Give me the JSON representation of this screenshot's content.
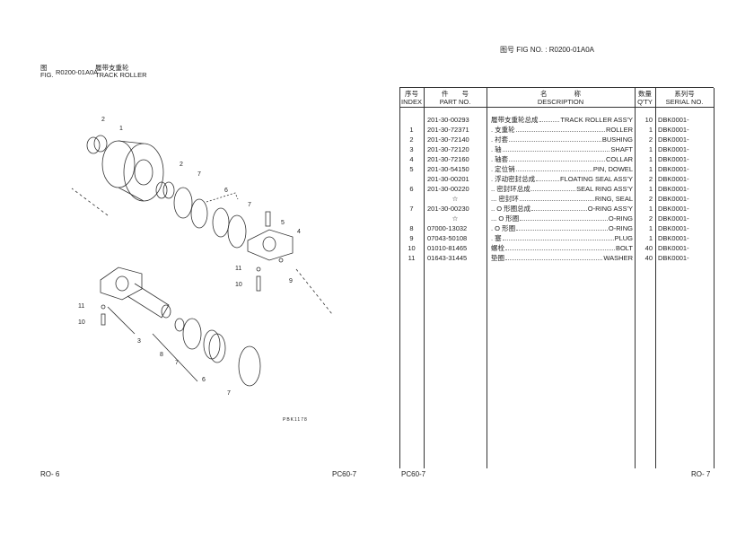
{
  "right_header": {
    "label_cn": "图号",
    "label_en": "FIG NO.",
    "sep": ":",
    "fig_no": "R0200-01A0A"
  },
  "left_header": {
    "label_cn": "图",
    "label_en": "FIG.",
    "fig_no": "R0200-01A0A",
    "title_cn": "履带支重轮",
    "title_en": "TRACK ROLLER"
  },
  "diagram": {
    "callouts": [
      "2",
      "1",
      "2",
      "7",
      "6",
      "7",
      "5",
      "4",
      "11",
      "10",
      "9",
      "11",
      "10",
      "3",
      "8",
      "7",
      "6",
      "7"
    ],
    "code": "PBK1178"
  },
  "table": {
    "headers": [
      {
        "cn": "序号",
        "en": "INDEX"
      },
      {
        "cn": "件　　号",
        "en": "PART NO."
      },
      {
        "cn": "名　　　　称",
        "en": "DESCRIPTION"
      },
      {
        "cn": "数量",
        "en": "Q'TY"
      },
      {
        "cn": "系列号",
        "en": "SERIAL NO."
      }
    ],
    "rows": [
      {
        "index": "",
        "part": "201-30-00293",
        "cn": "履带支重轮总成",
        "en": "TRACK ROLLER ASS'Y",
        "qty": "10",
        "serial": "DBK0001-"
      },
      {
        "index": "1",
        "part": "201-30-72371",
        "cn": ". 支重轮",
        "en": "ROLLER",
        "qty": "1",
        "serial": "DBK0001-"
      },
      {
        "index": "2",
        "part": "201-30-72140",
        "cn": ". 衬套",
        "en": "BUSHING",
        "qty": "2",
        "serial": "DBK0001-"
      },
      {
        "index": "3",
        "part": "201-30-72120",
        "cn": ". 轴",
        "en": "SHAFT",
        "qty": "1",
        "serial": "DBK0001-"
      },
      {
        "index": "4",
        "part": "201-30-72160",
        "cn": ". 轴套",
        "en": "COLLAR",
        "qty": "1",
        "serial": "DBK0001-"
      },
      {
        "index": "5",
        "part": "201-30-54150",
        "cn": ". 定位销",
        "en": "PIN, DOWEL",
        "qty": "1",
        "serial": "DBK0001-"
      },
      {
        "index": "",
        "part": "201-30-00201",
        "cn": ". 浮动密封总成",
        "en": "FLOATING SEAL ASS'Y",
        "qty": "2",
        "serial": "DBK0001-"
      },
      {
        "index": "6",
        "part": "201-30-00220",
        "cn": ".. 密封环总成",
        "en": "SEAL RING ASS'Y",
        "qty": "1",
        "serial": "DBK0001-"
      },
      {
        "index": "",
        "part": "☆",
        "cn": "... 密封环",
        "en": "RING, SEAL",
        "qty": "2",
        "serial": "DBK0001-"
      },
      {
        "index": "7",
        "part": "201-30-00230",
        "cn": ".. O 形圈总成",
        "en": "O-RING ASS'Y",
        "qty": "1",
        "serial": "DBK0001-"
      },
      {
        "index": "",
        "part": "☆",
        "cn": "... O 形圈",
        "en": "O-RING",
        "qty": "2",
        "serial": "DBK0001-"
      },
      {
        "index": "8",
        "part": "07000-13032",
        "cn": ". O 形圈",
        "en": "O-RING",
        "qty": "1",
        "serial": "DBK0001-"
      },
      {
        "index": "9",
        "part": "07043-50108",
        "cn": ". 塞",
        "en": "PLUG",
        "qty": "1",
        "serial": "DBK0001-"
      },
      {
        "index": "10",
        "part": "01010-81465",
        "cn": "螺栓",
        "en": "BOLT",
        "qty": "40",
        "serial": "DBK0001-"
      },
      {
        "index": "11",
        "part": "01643-31445",
        "cn": "垫圈",
        "en": "WASHER",
        "qty": "40",
        "serial": "DBK0001-"
      }
    ]
  },
  "footer": {
    "left_page": "RO- 6",
    "left_model": "PC60-7",
    "right_model": "PC60-7",
    "right_page": "RO- 7"
  }
}
